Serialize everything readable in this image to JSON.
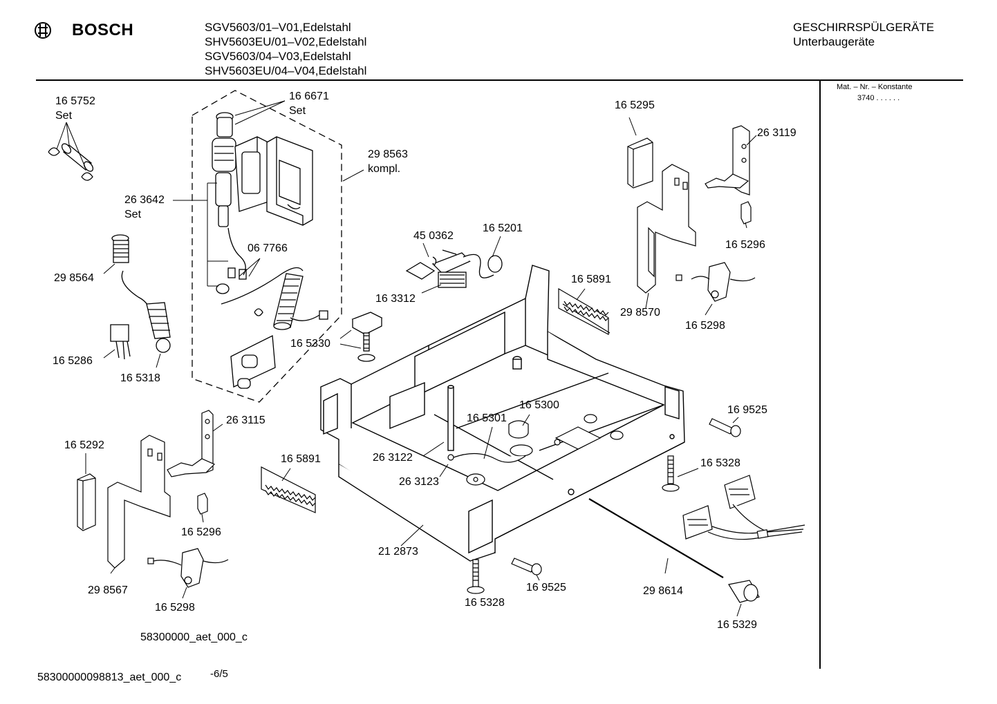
{
  "header": {
    "brand": "BOSCH",
    "models": [
      "SGV5603/01–V01,Edelstahl",
      "SHV5603EU/01–V02,Edelstahl",
      "SGV5603/04–V03,Edelstahl",
      "SHV5603EU/04–V04,Edelstahl"
    ],
    "category": "GESCHIRRSPÜLGERÄTE",
    "subcategory": "Unterbaugeräte"
  },
  "sidebar": {
    "line1": "Mat. – Nr. – Konstante",
    "line2": "3740  .  .  .  .  .  ."
  },
  "labels": {
    "p165752": "16 5752",
    "p165752_set": "Set",
    "p166671": "16 6671",
    "p166671_set": "Set",
    "p298563": "29 8563",
    "p298563_kompl": "kompl.",
    "p263642": "26 3642",
    "p263642_set": "Set",
    "p298564": "29 8564",
    "p067766": "06 7766",
    "p165286": "16 5286",
    "p165318": "16 5318",
    "p165330": "16 5330",
    "p450362": "45 0362",
    "p165201": "16 5201",
    "p163312": "16 3312",
    "p165295": "16 5295",
    "p263119": "26 3119",
    "p165296a": "16 5296",
    "p165891a": "16 5891",
    "p298570": "29 8570",
    "p165298a": "16 5298",
    "p169525a": "16 9525",
    "p165300": "16 5300",
    "p165301": "16 5301",
    "p263122": "26 3122",
    "p263123": "26 3123",
    "p165328a": "16 5328",
    "p263115": "26 3115",
    "p165292": "16 5292",
    "p165891b": "16 5891",
    "p165296b": "16 5296",
    "p298567": "29 8567",
    "p165298b": "16 5298",
    "p212873": "21 2873",
    "p165328b": "16 5328",
    "p169525b": "16 9525",
    "p298614": "29 8614",
    "p165329": "16 5329"
  },
  "footer": {
    "image_code": "58300000_aet_000_c",
    "doc_code": "58300000098813_aet_000_c",
    "page": "-6/5"
  }
}
